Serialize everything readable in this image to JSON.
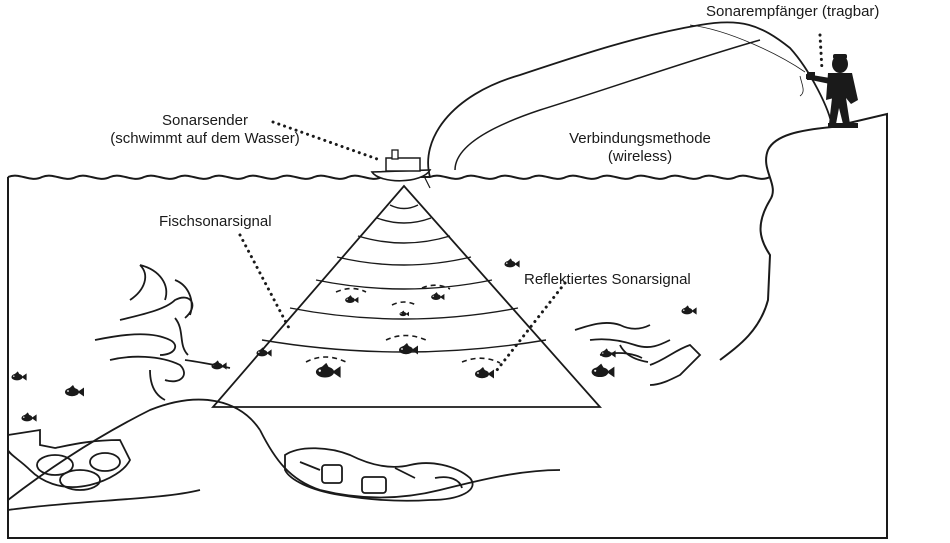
{
  "labels": {
    "receiver": "Sonarempfänger (tragbar)",
    "transmitter_line1": "Sonarsender",
    "transmitter_line2": "(schwimmt auf dem Wasser)",
    "connection_line1": "Verbindungsmethode",
    "connection_line2": "(wireless)",
    "fish_signal": "Fischsonarsignal",
    "reflected_signal": "Reflektiertes Sonarsignal"
  },
  "colors": {
    "ink": "#1a1a1a",
    "background": "#ffffff"
  }
}
